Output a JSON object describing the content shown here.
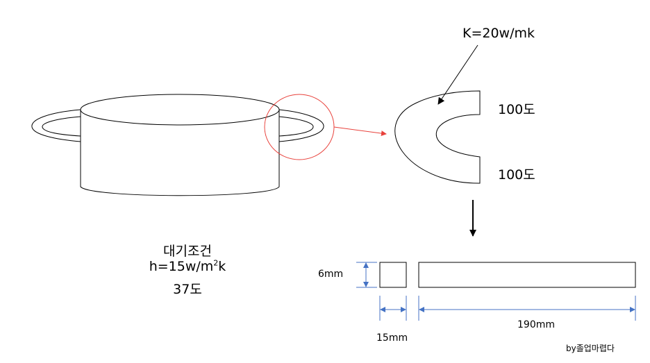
{
  "labels": {
    "conductivity": "K=20w/mk",
    "temp_top": "100도",
    "temp_bottom": "100도",
    "ambient_title": "대기조건",
    "ambient_h_prefix": "h=15w/m",
    "ambient_h_sup": "2",
    "ambient_h_suffix": "k",
    "ambient_temp": "37도",
    "dim_height": "6mm",
    "dim_width": "15mm",
    "dim_length": "190mm",
    "credit": "by졸업마렵다"
  },
  "colors": {
    "outline": "#000000",
    "zoom_circle": "#e8413b",
    "dimension": "#4472c4"
  }
}
